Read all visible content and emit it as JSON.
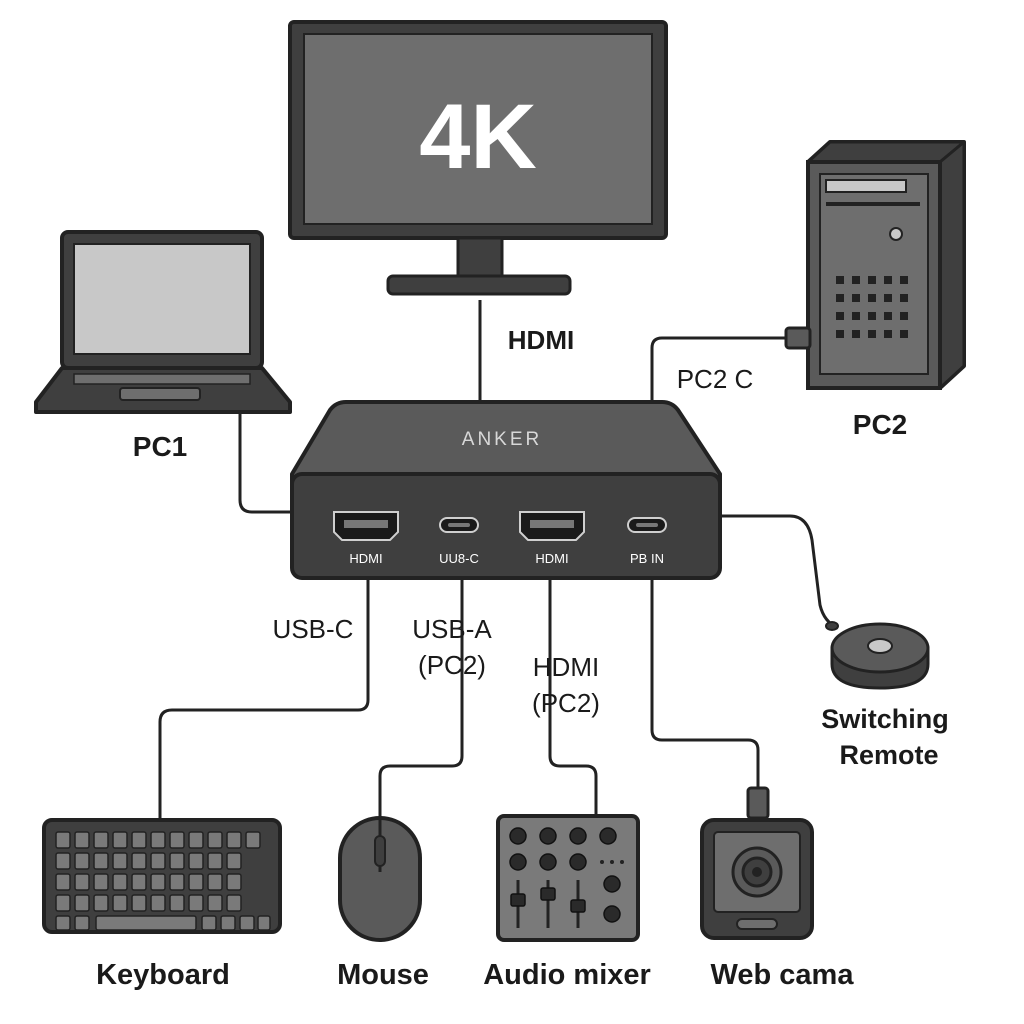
{
  "monitor": {
    "screen_text": "4K"
  },
  "hub": {
    "brand": "ANKER",
    "ports": [
      "HDMI",
      "UU8-C",
      "HDMI",
      "PB IN"
    ]
  },
  "cables": {
    "monitor": "HDMI",
    "pc2": "PC2 C",
    "keyboard": "USB-C",
    "mouse_line1": "USB-A",
    "mouse_line2": "(PC2)",
    "mixer_line1": "HDMI",
    "mixer_line2": "(PC2)"
  },
  "devices": {
    "pc1": "PC1",
    "pc2": "PC2",
    "remote_line1": "Switching",
    "remote_line2": "Remote",
    "keyboard": "Keyboard",
    "mouse": "Mouse",
    "mixer": "Audio mixer",
    "webcam": "Web cama"
  },
  "colors": {
    "outline": "#222222",
    "device_dark": "#3f3f3f",
    "device_mid": "#5a5a5a",
    "screen_gray": "#6e6e6e",
    "screen_light": "#c8c8c8",
    "key_gray": "#7a7a7a",
    "background": "#ffffff"
  }
}
